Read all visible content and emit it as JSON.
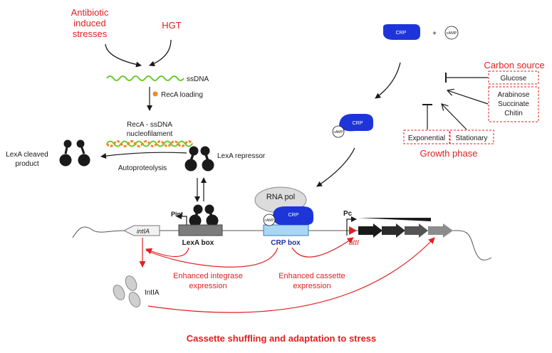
{
  "labels": {
    "antibiotic_stress": [
      "Antibiotic",
      "induced",
      "stresses"
    ],
    "hgt": "HGT",
    "ssdna": "ssDNA",
    "reca_loading": "RecA loading",
    "reca_filament": [
      "RecA - ssDNA",
      "nucleofilament"
    ],
    "lexa_cleaved": [
      "LexA cleaved",
      "product"
    ],
    "autoproteolysis": "Autoproteolysis",
    "lexa_repressor": "LexA repressor",
    "crp": "CRP",
    "camp": "cAMP",
    "plus": "+",
    "carbon_source": "Carbon source",
    "glucose": "Glucose",
    "other_sugars": [
      "Arabinose",
      "Succinate",
      "Chitin"
    ],
    "exponential": "Exponential",
    "stationary": "Stationary",
    "growth_phase": "Growth phase",
    "rna_pol": "RNA pol",
    "pint": "Pint",
    "pc": "Pc",
    "intia_gene": "intIA",
    "lexa_box": "LexA box",
    "crp_box": "CRP box",
    "atti": "attI",
    "intia_protein": "IntIA",
    "enhanced_integrase": [
      "Enhanced integrase",
      "expression"
    ],
    "enhanced_cassette": [
      "Enhanced cassette",
      "expression"
    ],
    "footer": "Cassette shuffling and adaptation to stress"
  },
  "colors": {
    "red": "#e02020",
    "crp_blue": "#1d35d8",
    "crp_box_blue": "#a9d6f5",
    "ssdna_green": "#6ccb2f",
    "reca_orange": "#f08a24",
    "dark": "#1a1a1a"
  }
}
